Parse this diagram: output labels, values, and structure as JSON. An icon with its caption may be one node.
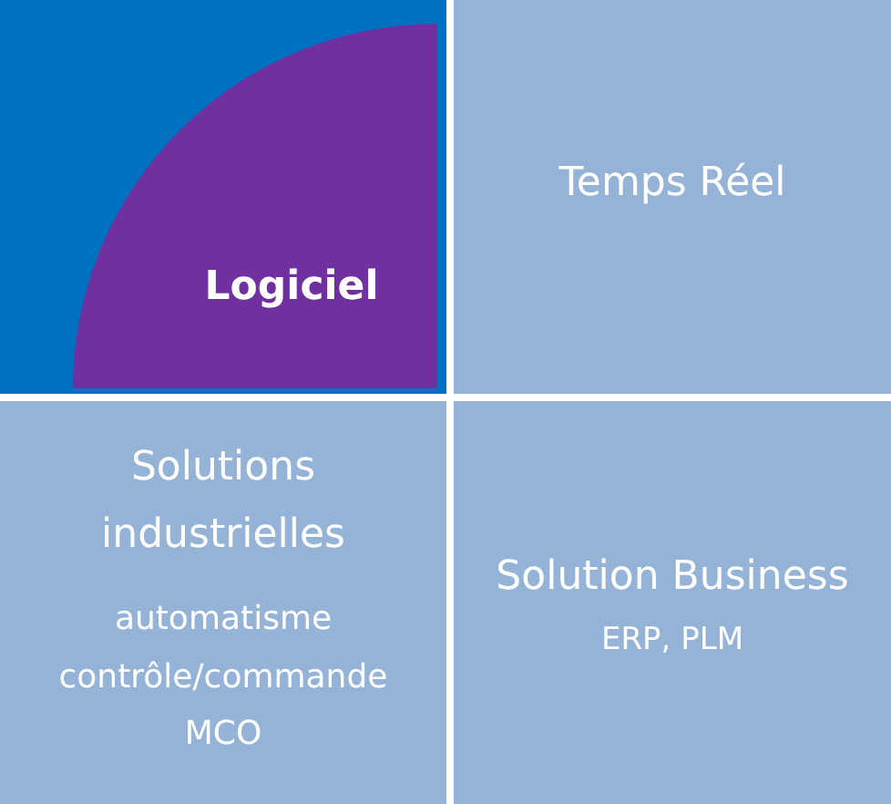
{
  "diagram": {
    "nodes": [
      {
        "text": [],
        "shape": "box"
      },
      {
        "text": [
          "Logiciel"
        ],
        "in": 0
      },
      {
        "text": [
          "Temps Réel"
        ]
      },
      {
        "text": [
          "Solutions industrielles",
          "automatisme contrôle/commande MCO"
        ]
      },
      {
        "text": [
          "Solution Business",
          "ERP, PLM"
        ]
      }
    ]
  }
}
